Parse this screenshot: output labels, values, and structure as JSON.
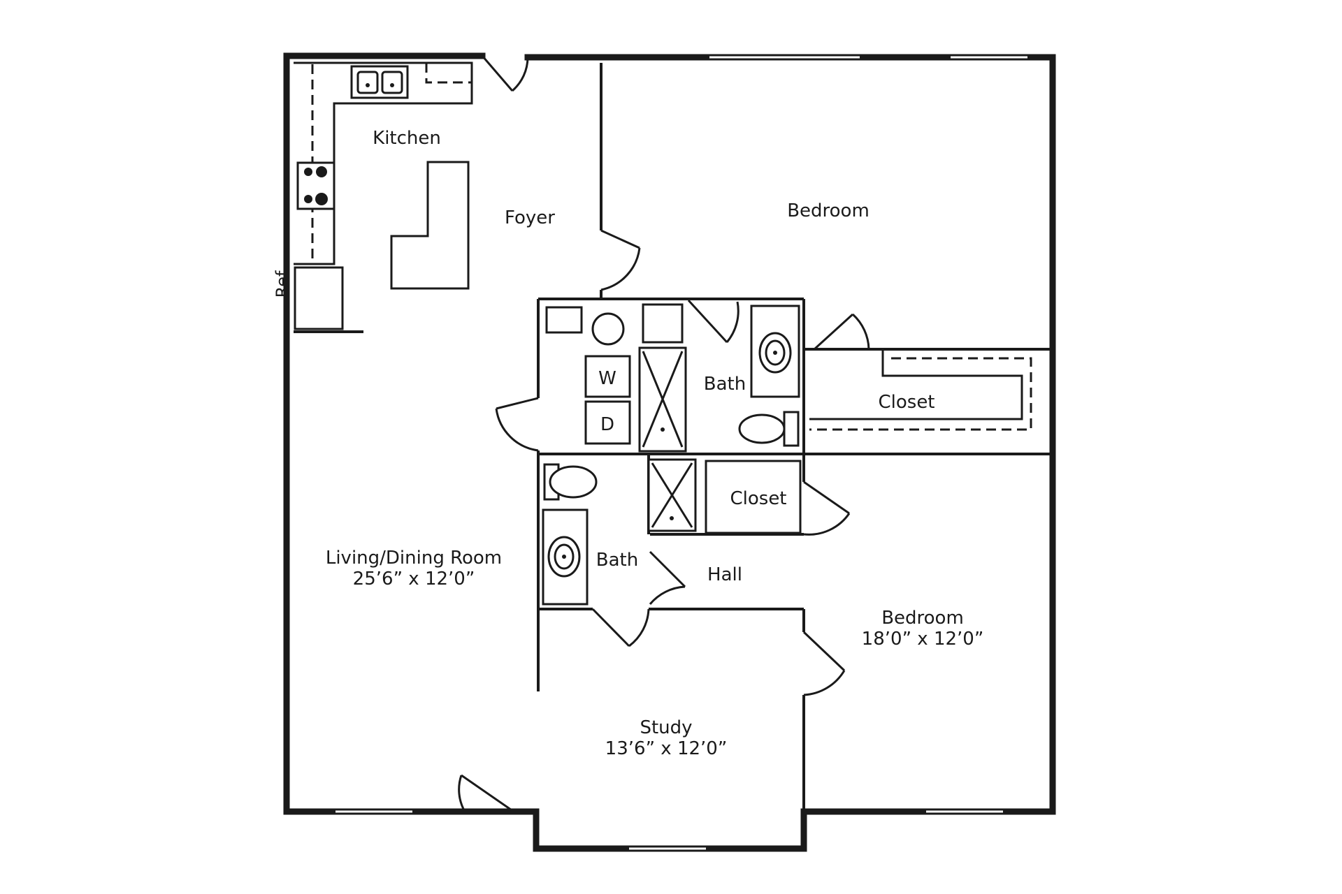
{
  "rooms": {
    "kitchen": {
      "name": "Kitchen"
    },
    "foyer": {
      "name": "Foyer"
    },
    "bedroom_top": {
      "name": "Bedroom"
    },
    "bath_upper": {
      "name": "Bath"
    },
    "closet_upper": {
      "name": "Closet"
    },
    "closet_lower": {
      "name": "Closet"
    },
    "bath_lower": {
      "name": "Bath"
    },
    "hall": {
      "name": "Hall"
    },
    "living": {
      "name": "Living/Dining Room",
      "dims": "25’6” x 12’0”"
    },
    "bedroom_bottom": {
      "name": "Bedroom",
      "dims": "18’0” x 12’0”"
    },
    "study": {
      "name": "Study",
      "dims": "13’6” x 12’0”"
    }
  },
  "appliances": {
    "washer": "W",
    "dryer": "D",
    "ref": "Ref"
  }
}
